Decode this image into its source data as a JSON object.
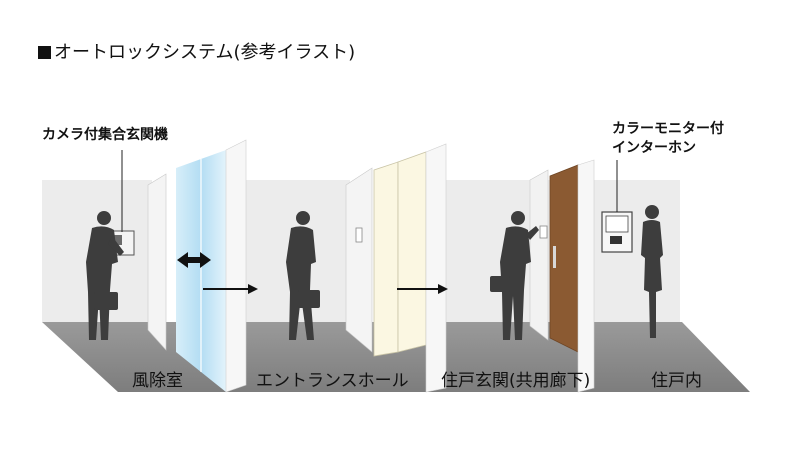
{
  "title": "オートロックシステム(参考イラスト)",
  "callouts": {
    "camera_panel": "カメラ付集合玄関機",
    "intercom_line1": "カラーモニター付",
    "intercom_line2": "インターホン"
  },
  "zones": {
    "vestibule": "風除室",
    "entrance_hall": "エントランスホール",
    "unit_entrance": "住戸玄関(共用廊下)",
    "unit_interior": "住戸内"
  },
  "colors": {
    "floor": "#8a8a8a",
    "wall": "#ececec",
    "glass": "#bfe2f4",
    "autodoor": "#fbf7e2",
    "door": "#8b5a32",
    "silhouette": "#3d3d3d"
  }
}
